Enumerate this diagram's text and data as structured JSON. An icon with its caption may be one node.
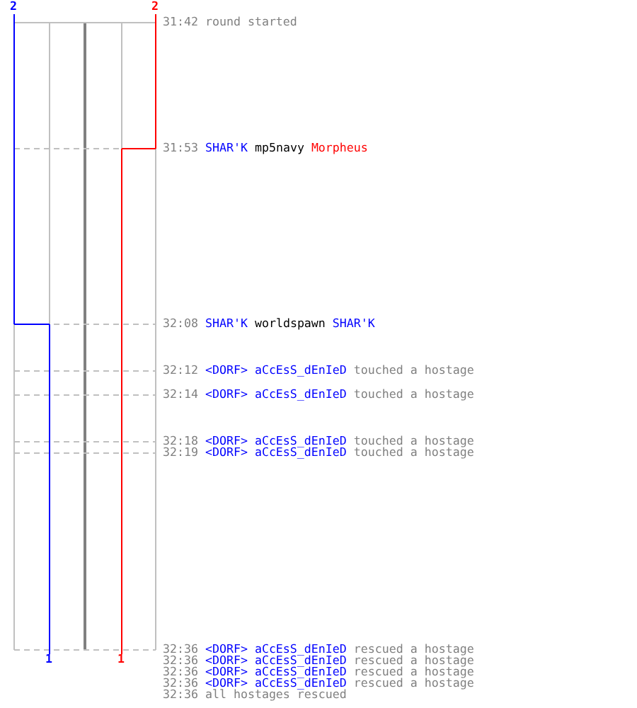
{
  "diagram": {
    "labels": [
      "2",
      "2",
      "31:42",
      "round started",
      "31:53",
      "SHAR'K",
      "mp5navy",
      "Morpheus",
      "32:08",
      "SHAR'K",
      "worldspawn",
      "SHAR'K",
      "32:12",
      "<DORF> aCcEsS_dEnIeD",
      "touched a hostage",
      "32:14",
      "<DORF> aCcEsS_dEnIeD",
      "touched a hostage",
      "32:18",
      "<DORF> aCcEsS_dEnIeD",
      "touched a hostage",
      "32:19",
      "<DORF> aCcEsS_dEnIeD",
      "touched a hostage",
      "1",
      "1",
      "32:36",
      "<DORF> aCcEsS_dEnIeD",
      "rescued a hostage",
      "32:36",
      "<DORF> aCcEsS_dEnIeD",
      "rescued a hostage",
      "32:36",
      "<DORF> aCcEsS_dEnIeD",
      "rescued a hostage",
      "32:36",
      "<DORF> aCcEsS_dEnIeD",
      "rescued a hostage",
      "32:36",
      "all hostages rescued"
    ]
  }
}
